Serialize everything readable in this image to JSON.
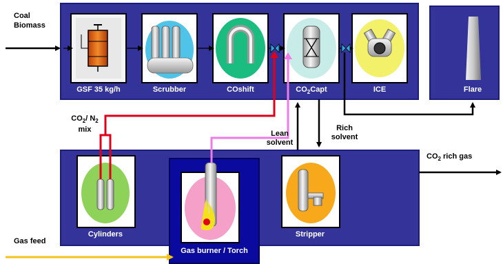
{
  "inputs": {
    "coal": "Coal",
    "biomass": "Biomass",
    "gas_feed": "Gas feed"
  },
  "units": {
    "gsf": "GSF 35 kg/h",
    "scrubber": "Scrubber",
    "coshift": "COshift",
    "co2capt": {
      "pre": "CO",
      "sub": "2",
      "post": "Capt"
    },
    "ice": "ICE",
    "flare": "Flare",
    "cylinders": "Cylinders",
    "gas_burner": "Gas burner / Torch",
    "stripper": "Stripper"
  },
  "streams": {
    "co2_n2_mix": {
      "l1a": "CO",
      "l1b": "2",
      "l1c": "/ N",
      "l1d": "2",
      "l2": "mix"
    },
    "lean_solvent": [
      "Lean",
      "solvent"
    ],
    "rich_solvent": [
      "Rich",
      "solvent"
    ],
    "co2_rich_gas": {
      "a": "CO",
      "b": "2",
      "c": " rich gas"
    }
  },
  "colors": {
    "panel": "#333399",
    "panel_border": "#1c1c7a",
    "gas_burner_panel": "#0a0a9e",
    "gsf_bg": "#f4f4f4",
    "scrubber_bg": "#4fc3e8",
    "coshift_bg": "#1abc80",
    "co2capt_bg": "#c8ece7",
    "ice_bg": "#f3f06a",
    "cylinders_bg": "#8fd25a",
    "gas_burner_bg": "#f4a0c8",
    "stripper_bg": "#f7a81b",
    "red_line": "#e0001a",
    "magenta_line": "#ee7be8",
    "gas_feed_line": "#f3c21b",
    "valve": "#29a9e0"
  }
}
